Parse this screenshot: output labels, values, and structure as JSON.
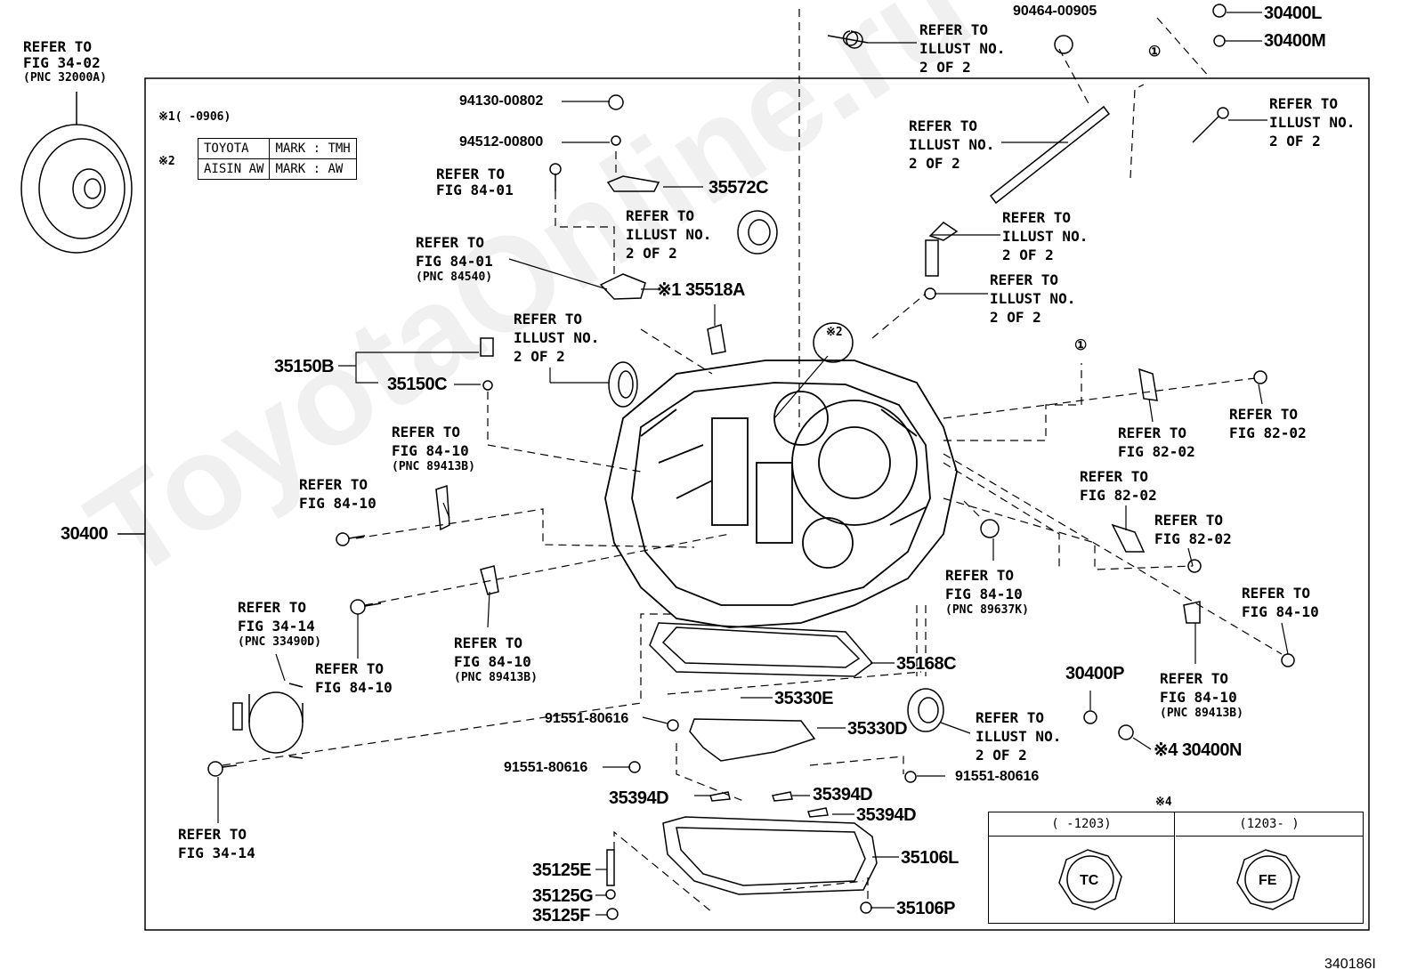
{
  "diagram_id": "340186I",
  "watermark": "ToyotaOnline.ru",
  "legend": {
    "note1": "※1(   -0906)",
    "note2_marker": "※2",
    "rows": [
      {
        "maker": "TOYOTA",
        "mark": "MARK : TMH"
      },
      {
        "maker": "AISIN AW",
        "mark": "MARK : AW"
      }
    ]
  },
  "note4": {
    "marker": "※4",
    "col1": "(  -1203)",
    "col2": "(1203-   )",
    "badge1": "TC",
    "badge2": "FE"
  },
  "circle_ref": "①",
  "labels": {
    "top_left": [
      "REFER TO",
      "FIG 34-02",
      "(PNC 32000A)"
    ],
    "p30400": "30400",
    "p94130": "94130-00802",
    "p94512": "94512-00800",
    "r8401a": [
      "REFER TO",
      "FIG 84-01"
    ],
    "p35572C": "35572C",
    "r_ill_a": [
      "REFER TO",
      "ILLUST NO.",
      "2 OF 2"
    ],
    "r8401b": [
      "REFER TO",
      "FIG 84-01",
      "(PNC 84540)"
    ],
    "p35518A": "※1 35518A",
    "r_ill_b": [
      "REFER TO",
      "ILLUST NO.",
      "2 OF 2"
    ],
    "p35150B": "35150B",
    "p35150C": "35150C",
    "r8410a": [
      "REFER TO",
      "FIG 84-10",
      "(PNC 89413B)"
    ],
    "r8410b": [
      "REFER TO",
      "FIG 84-10"
    ],
    "r3414a": [
      "REFER TO",
      "FIG 34-14",
      "(PNC 33490D)"
    ],
    "r8410c": [
      "REFER TO",
      "FIG 84-10"
    ],
    "r8410d": [
      "REFER TO",
      "FIG 84-10",
      "(PNC 89413B)"
    ],
    "r3414b": [
      "REFER TO",
      "FIG 34-14"
    ],
    "p91551a": "91551-80616",
    "p91551b": "91551-80616",
    "p91551c": "91551-80616",
    "p35330E": "35330E",
    "p35330D": "35330D",
    "p35394D_a": "35394D",
    "p35394D_b": "35394D",
    "p35394D_c": "35394D",
    "p35125E": "35125E",
    "p35125G": "35125G",
    "p35125F": "35125F",
    "p35106L": "35106L",
    "p35106P": "35106P",
    "p35168C": "35168C",
    "r_ill_c": [
      "REFER TO",
      "ILLUST NO.",
      "2 OF 2"
    ],
    "p30400P": "30400P",
    "p30400N": "※4 30400N",
    "r8410e": [
      "REFER TO",
      "FIG 84-10",
      "(PNC 89637K)"
    ],
    "r8410f": [
      "REFER TO",
      "FIG 84-10"
    ],
    "r8410g": [
      "REFER TO",
      "FIG 84-10",
      "(PNC 89413B)"
    ],
    "r8202a": [
      "REFER TO",
      "FIG 82-02"
    ],
    "r8202b": [
      "REFER TO",
      "FIG 82-02"
    ],
    "r8202c": [
      "REFER TO",
      "FIG 82-02"
    ],
    "r8202d": [
      "REFER TO",
      "FIG 82-02"
    ],
    "r_ill_d": [
      "REFER TO",
      "ILLUST NO.",
      "2 OF 2"
    ],
    "r_ill_e": [
      "REFER TO",
      "ILLUST NO.",
      "2 OF 2"
    ],
    "r_ill_f": [
      "REFER TO",
      "ILLUST NO.",
      "2 OF 2"
    ],
    "r_ill_g": [
      "REFER TO",
      "ILLUST NO.",
      "2 OF 2"
    ],
    "r_ill_h": [
      "REFER TO",
      "ILLUST NO.",
      "2 OF 2"
    ],
    "p90464": "90464-00905",
    "p30400L": "30400L",
    "p30400M": "30400M"
  }
}
